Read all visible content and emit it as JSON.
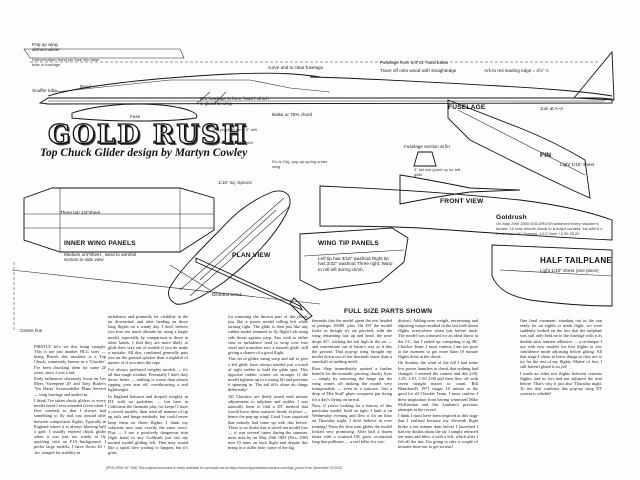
{
  "title": "GOLD RUSH",
  "subtitle": "Top Chuck Glider design by Martyn Cowley",
  "labels": {
    "popup_wing": "Pop-up wing dethermaliser",
    "dethermaliser_band": "Dethermaliser band pin fuse into base tube in fuselage",
    "snuffer_tube": "Snuffer tube",
    "band": "Band",
    "fuse": "Fuse",
    "curve": "curve and to clear fuselage",
    "cut_fuselage": "Cut fuselage to form 'hatch' which is glued to wing",
    "balsa_wood": "Balsa or 75% chord",
    "fuselage_balsa": "Fuselage from 1/4\"x1\" hard balsa",
    "trace": "Trace off onto wood with straightedge",
    "ark": "Ark to reti leading edge = 2½° A",
    "fuselage": "FUSELAGE",
    "join": "Join at A–A",
    "pivot": "1/4\" ply pivot arms 2\" drill",
    "glue": "glue to wing and 'hatch'",
    "fin_ply": "Fin is 24g. pop-up spring under wing",
    "fuse_section": "Fuselage section at fin",
    "fin_slot": "3\" fail slot (point up for left-glide",
    "fin": "FIN",
    "fin_balsa": "Light 1/16\" sheet",
    "front_view": "FRONT VIEW",
    "sixteenth": "1/16\" sq. Spruce",
    "three_ten": "Three tab 1/4\"sheet",
    "inner_wing": "INNER WING PANELS",
    "inner_wing_desc": "Medium 1/4\"sheet , sand to aerofoil section in side view",
    "plan_view": "PLAN VIEW",
    "dihedral": "Dihedral break",
    "centre_line": "Centre line",
    "wing_tip": "WING TIP PANELS",
    "wing_tip_desc": "Left tip has 3/16\" washout Right tip has 3/32\" washout Three right, Warp to roll left during climb.",
    "half_tailplane": "HALF TAILPLANE",
    "tail_desc": "Light 1/16\" sheet (one piece)",
    "goldrush_title": "Goldrush",
    "goldrush_desc": "On May 29th 1983 GOLDRUSH achieved every chucker's dream: 10 max minute chuck in a major contest: 1st with 5 x 2 min max UK Champs. 10-2 0min +3 30 35 20",
    "full_size": "FULL SIZE PARTS SHOWN"
  },
  "columns": {
    "col1": [
      "FIRSTLY let's set this thing straight. This is not just another HLG story — being British this machine is a Top Chuck, commonly known as a 'Chuckie'. I've been chucking them for some 20 years, since I was a lad.",
      "Early influences obviously focus on Les Mees 'Sweepette 20' and Tony Butler's 'Vos Hasta' Aeromodeller Plans Service — long fuselage and under fin.",
      "I think I've taken chuck gliders to every model event I ever attended (even when I flew combat) so that I always had something to fly and cast around after between competition flights. Typically in England where it is always blowing half a gale, I usually entered chuck glider when it was just too windy to fly anything with an F1A background. I prefer large models, I have flown 20 + 1in. winged for stability in"
    ],
    "col2": [
      "turbulence and primarily for visibility in the air downwind, and after landing on those long flights on a windy day. I don't believe you lose too much altitude by using a larger model, especially by comparison to those in other hands. I find they are more likely to glide their way out of trouble if you do make a mistake. All this, combined generally puts you on the ground quicker than a nightful of unsure of if you miss the rope.",
      "I've always preferred weighty models — it's all that rough weather. Personally I don't they throw better — nothing is worse than almost ripping your arm off, overthrowing a real lightweight.",
      "In England balsawn and dropoff weighty in DT with no problems — but here in California the thermals play for keeps! I have a curved models, then tried all manner of tip up tails and hinge methods, but could never keep them on those flights. I think my solutions now start exactly the same twice. Plus — I use a positively dangerous trim flight hand in any Goldrush just out my normal model gliding left. That may sound like a spiral dive waiting to happen, but it's great"
    ],
    "col3": [
      "for trimming the thrown part of the climb, just like a power model rolling left while turning right. The glide is then just like any rubber model trimmed to fly flight Left using side thrust against warp. Any wish to either ease or turbulence tend to wrap over into wind and transition into a smooth glide, still giving a chance of a good flight.",
      "This set of glider, using warp and tail to give a left glide, have always needed just a touch of right rudder to hold the glide spot. This opposite rudder comes on stronger if the model tightens up in a strong lift and prevents it spinning in. The tail tilt's alone do things differently!",
      "All Chuckies are finely tuned with minute adjustments to tailplane and rudder. I was naturally keen to find a DT method that would leave these surfaces firmly in place — hence the pop-up wing! Good I was surprised that nobody had come up with this before. There is no doubt that it saved ten model loss — it was several times during the summer, most nota by on May 29th 1983 (Pics. 1983 min 10 mins on each flight and despite this being in a stiffer hole, some of the big"
    ],
    "col4": [
      "thermals that the model spent the rest headed at perhaps 10000. plus. On DT the model looks as though it's sat perched, with the wing remaining fast up and head, the nose drops 45°, sticking the tail high in the air — and concentrate out of harm's way as it hits the ground. That pop-up wing brought my model down out of the thermals faster than a snowball of melting mold.",
      "Ross Shay immediately spotted a further benefit for the nomadic priceing chucky flyer — simply by removing the hinge pin the wing comes off making the model very transportable — even in a suitcase. Just a drop of 'Hot Stuff' glues conquests pin fixing for a day's flying on arrival.",
      "Now, if you're looking for a history of this particular model, hold on tight. I built it on Wednesday evening and flew it for an hour on Thursday night. I don't believe in over training! From the first trim glides the model looked very promising. After half a dozen times with a warmed UK grow occasional long line pollinate — a real killer for con-"
    ],
    "col5": [
      "distinct. Adding nose weight, retrimming and adjusting warps resulted in the last half-dozen flights everywhere when just before dusk. The model was trimmed for an ideal throw at the CC, but I ended up competing it ag BC Chuckie Team. I must confess I am too poor at the moment to get more than 10 minute flights done at the chuck.",
      "On Sunday, the wind of the fall I had some low power launches to check that nothing had changed. I entered the contest and did 2:00, 1:29, 2:01, 1:50 2:00 and then flew off with seven straight maxes to count. Bill Blanchard's 1971 magic 10 misses at the good lot all Chuckie Team. I must confess I drew inspiration from having witnessed Mike McKiernan and Jim Lanham's previous attempts at the record.",
      "I think I must have been inspired at this stage that I realised because my eleventh flight broke a ten minute dam before I launched I had my doubts about the air. I simply released ten mins and blew it with a left, which after I felt all the tim. I'm going to take a couple of minutes time-out to get serious!"
    ],
    "col6": [
      "One final comment: standing out in the sun ready for an eighth or ninth flight, we were suddenly looked on the fact that the tailplane was still only held on to the fuselage with it as double stick transfer adhesive — a technique I use with new models for first flights or low confidence mode adjusting before gluing. All that stage I chose to leave things as they are to try for the rest of my flights. Matter of fact, I still haven't glued it on yet!",
      "I made an other test flights between contests flights, and in fact had not adjusted the trim before. That's why it just also 'Thursday night. To me that confirms this pop-up wing DT system is reliable!"
    ]
  },
  "footer": "(PEN 2999/ 16° 256) This original document is freely available for personal use at https://www.hippocketaeronautics.com/hpa_plans/ from November 29 2023"
}
